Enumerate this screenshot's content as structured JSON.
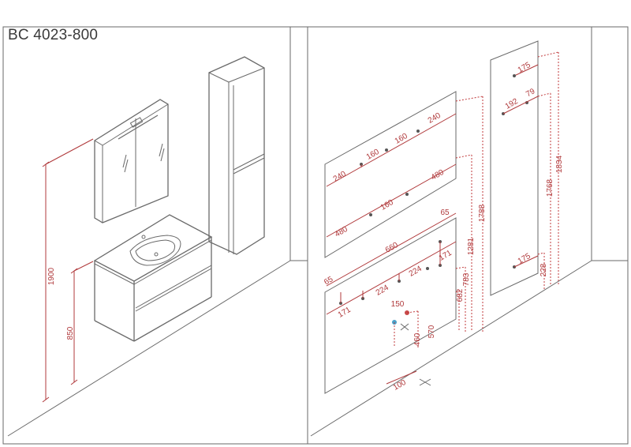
{
  "title": "BC 4023-800",
  "left_dimensions": {
    "height_total": "1900",
    "height_counter": "850"
  },
  "right_dimensions": {
    "mirror_width_top": "240",
    "mirror_top_a": "160",
    "mirror_top_b": "160",
    "mirror_top_c": "240",
    "mirror_bottom_w": "480",
    "mirror_bottom_mid": "160",
    "mirror_bottom_r": "480",
    "h_1788": "1788",
    "h_1281": "1281",
    "vanity_65_top": "65",
    "vanity_660": "660",
    "vanity_65_left": "65",
    "vanity_224_a": "224",
    "vanity_224_b": "224",
    "vanity_171_r": "171",
    "vanity_171_l": "171",
    "h_783": "783",
    "h_682": "682",
    "pipe_150": "150",
    "h_460": "460",
    "h_570": "570",
    "floor_100": "100",
    "col_175_top": "175",
    "col_192": "192",
    "col_79": "79",
    "h_1834": "1834",
    "h_1768": "1768",
    "col_175_bottom": "175",
    "h_228": "228"
  },
  "colors": {
    "dimension": "#b0393b",
    "line": "#6a6a6a",
    "accent_blue": "#4aa0c8",
    "accent_red": "#c84a4a"
  }
}
